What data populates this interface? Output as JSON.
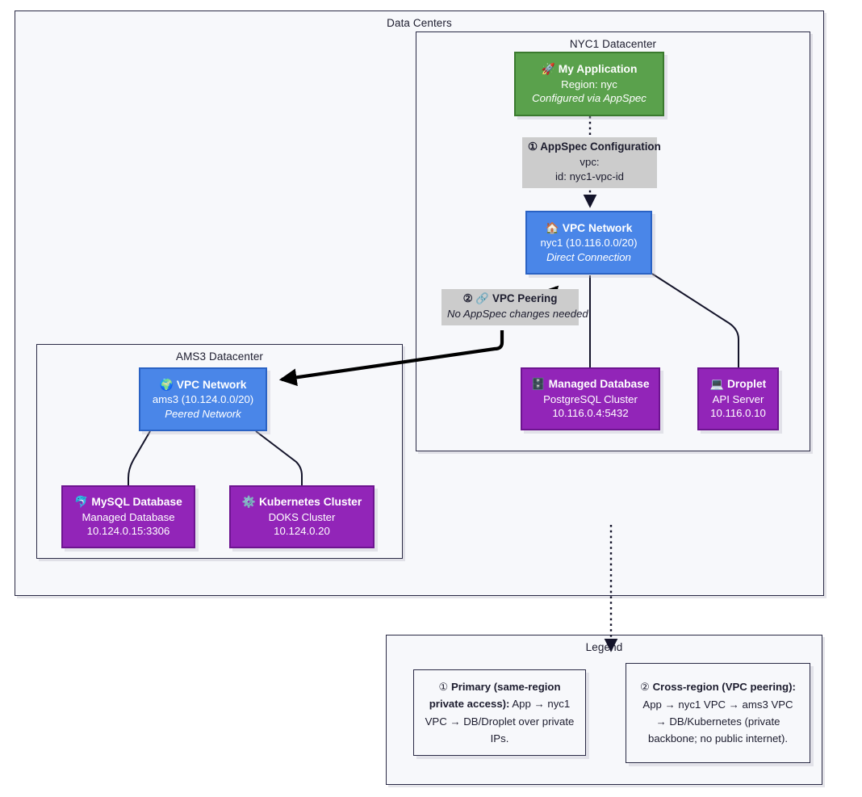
{
  "diagram": {
    "title": "DigitalOcean App Platform VPC connectivity diagram",
    "colors": {
      "app": "#5aa14c",
      "network": "#4a86e8",
      "resource": "#9225b8",
      "label": "#cccccc",
      "container_border": "#2a2a45",
      "container_fill": "#f7f8fb"
    }
  },
  "clusters": {
    "data_centers": {
      "title": "Data Centers"
    },
    "nyc1": {
      "title": "NYC1 Datacenter"
    },
    "ams3": {
      "title": "AMS3 Datacenter"
    },
    "legend": {
      "title": "Legend"
    }
  },
  "nodes": {
    "app": {
      "icon": "rocket-icon",
      "icon_glyph": "🚀",
      "title": "My Application",
      "line1": "Region: nyc",
      "line2": "Configured via AppSpec"
    },
    "nyc1_vpc": {
      "icon": "house-icon",
      "icon_glyph": "🏠",
      "title": "VPC Network",
      "line1": "nyc1 (10.116.0.0/20)",
      "line2": "Direct Connection"
    },
    "ams3_vpc": {
      "icon": "globe-icon",
      "icon_glyph": "🌍",
      "title": "VPC Network",
      "line1": "ams3 (10.124.0.0/20)",
      "line2": "Peered Network"
    },
    "managed_db": {
      "icon": "database-icon",
      "icon_glyph": "🗄️",
      "title": "Managed Database",
      "line1": "PostgreSQL Cluster",
      "line2": "10.116.0.4:5432"
    },
    "droplet": {
      "icon": "computer-icon",
      "icon_glyph": "💻",
      "title": "Droplet",
      "line1": "API Server",
      "line2": "10.116.0.10"
    },
    "mysql_db": {
      "icon": "dolphin-icon",
      "icon_glyph": "🐬",
      "title": "MySQL Database",
      "line1": "Managed Database",
      "line2": "10.124.0.15:3306"
    },
    "k8s": {
      "icon": "gear-icon",
      "icon_glyph": "⚙️",
      "title": "Kubernetes Cluster",
      "line1": "DOKS Cluster",
      "line2": "10.124.0.20"
    }
  },
  "edge_labels": {
    "appspec": {
      "marker": "①",
      "title": "AppSpec Configuration",
      "line1": "vpc:",
      "line2": "id: nyc1-vpc-id"
    },
    "peering": {
      "marker": "②",
      "icon": "link-icon",
      "icon_glyph": "🔗",
      "title": "VPC Peering",
      "line1": "No AppSpec changes needed"
    }
  },
  "legend_items": [
    {
      "marker": "①",
      "bold": "Primary (same-region private access):",
      "rest": " App → nyc1 VPC → DB/Droplet over private IPs."
    },
    {
      "marker": "②",
      "bold": "Cross-region (VPC peering):",
      "rest": " App → nyc1 VPC → ams3 VPC → DB/Kubernetes (private backbone; no public internet)."
    }
  ]
}
